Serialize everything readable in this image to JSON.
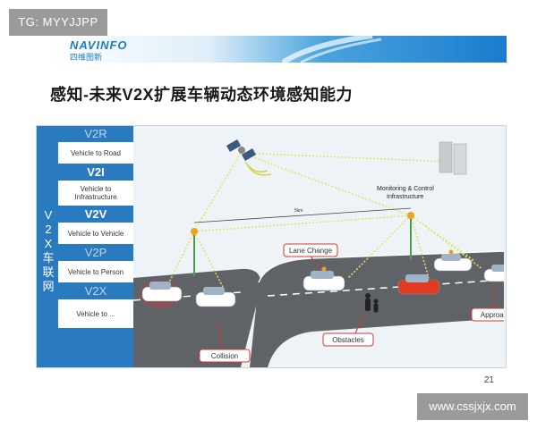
{
  "watermark_top": "TG: MYYJJPP",
  "watermark_bottom": "www.cssjxjx.com",
  "logo": {
    "name": "NAVINFO",
    "sub": "四维图新"
  },
  "title": "感知-未来V2X扩展车辆动态环境感知能力",
  "page_number": "21",
  "left_panel": {
    "vertical_label": [
      "V",
      "2",
      "X",
      "车",
      "联",
      "网"
    ],
    "items": [
      {
        "code": "V2R",
        "desc": "Vehicle to Road",
        "style": "light"
      },
      {
        "code": "V2I",
        "desc": "Vehicle to Infrastructure",
        "style": "bold"
      },
      {
        "code": "V2V",
        "desc": "Vehicle to Vehicle",
        "style": "bold"
      },
      {
        "code": "V2P",
        "desc": "Vehicle to Person",
        "style": "light"
      },
      {
        "code": "V2X",
        "desc": "Vehicle to ...",
        "style": "light"
      }
    ]
  },
  "scene": {
    "monitoring_label_1": "Monitoring & Control",
    "monitoring_label_2": "Infrastructure",
    "distance_label": "5km",
    "tags": {
      "lane_change": "Lane Change",
      "collision": "Collision",
      "obstacles": "Obstacles",
      "approach": "Approach"
    }
  }
}
